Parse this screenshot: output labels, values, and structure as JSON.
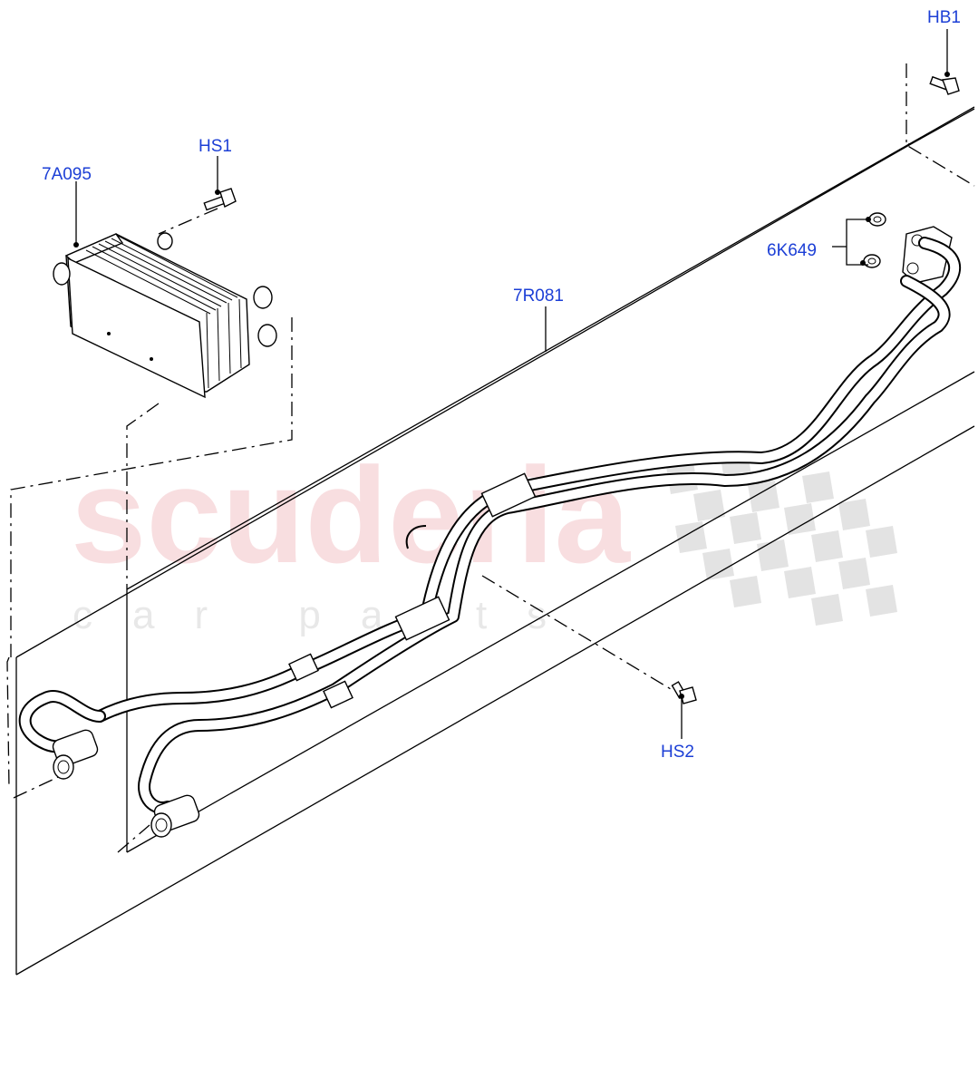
{
  "watermark": {
    "brand": "scuderia",
    "tagline": "car parts"
  },
  "callouts": {
    "hb1": "HB1",
    "hs1": "HS1",
    "cooler": "7A095",
    "tube_assembly": "7R081",
    "seal": "6K649",
    "hs2": "HS2"
  }
}
